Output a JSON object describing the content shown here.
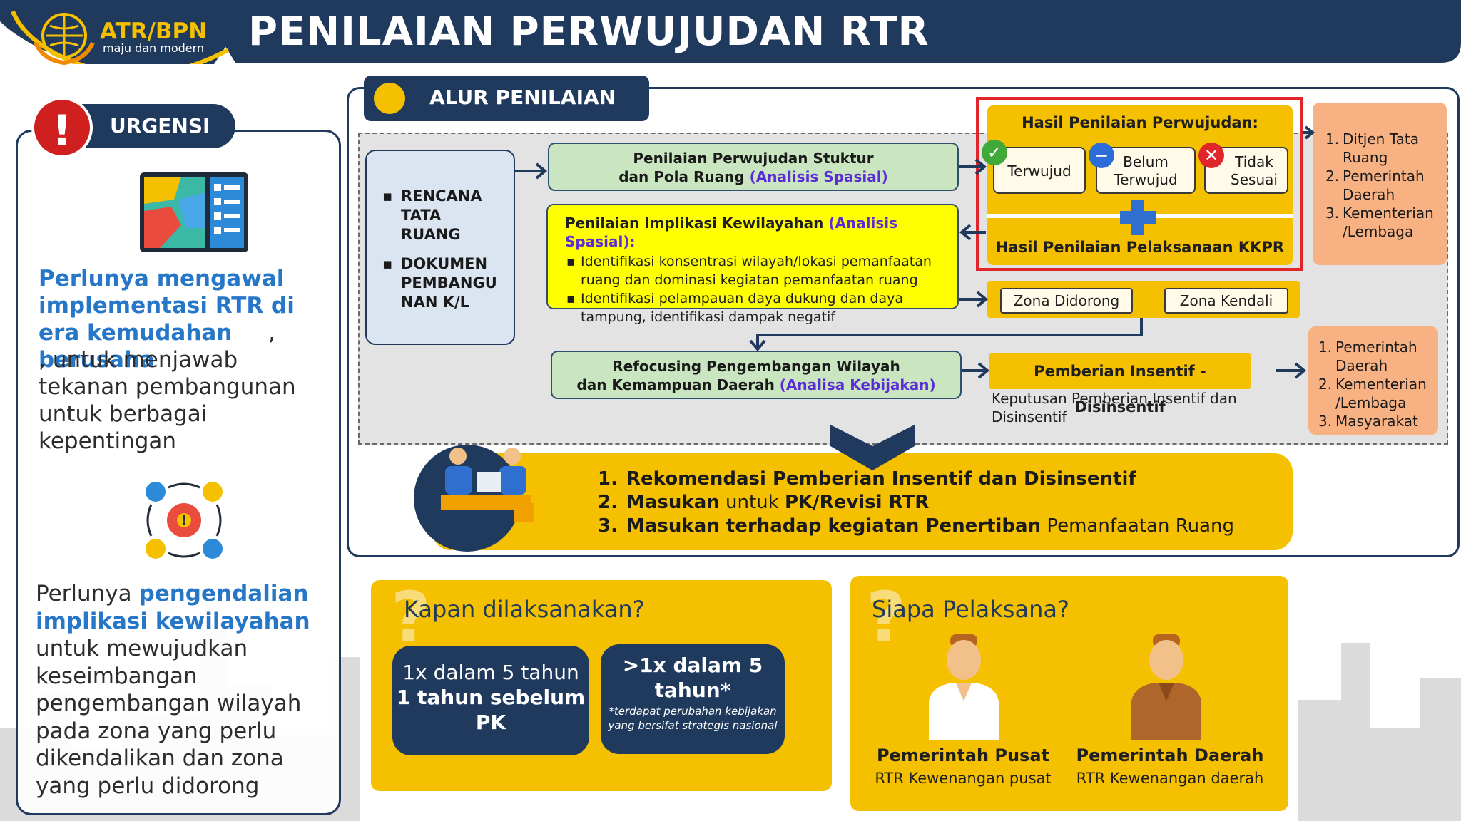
{
  "header": {
    "brand": "ATR/BPN",
    "tagline": "maju dan modern",
    "title": "PENILAIAN PERWUJUDAN RTR"
  },
  "urgensi": {
    "badge": "!",
    "label": "URGENSI",
    "point1_highlight": "Perlunya mengawal implementasi RTR di era kemudahan berusaha",
    "point1_rest": ", untuk menjawab tekanan pembangunan untuk berbagai kepentingan",
    "point2_lead": "Perlunya ",
    "point2_highlight": "pengendalian implikasi kewilayahan",
    "point2_rest": " untuk mewujudkan keseimbangan pengembangan wilayah pada zona yang perlu dikendalikan dan zona yang perlu didorong"
  },
  "alur": {
    "label": "ALUR PENILAIAN",
    "inputs": [
      "RENCANA TATA RUANG",
      "DOKUMEN PEMBANGU NAN K/L"
    ],
    "struktur_line1": "Penilaian Perwujudan Stuktur",
    "struktur_line2": "dan Pola Ruang ",
    "struktur_tag": "(Analisis Spasial)",
    "implikasi_title": "Penilaian Implikasi Kewilayahan ",
    "implikasi_tag": "(Analisis Spasial):",
    "implikasi_items": [
      "Identifikasi konsentrasi wilayah/lokasi pemanfaatan ruang dan dominasi kegiatan pemanfaatan ruang",
      "Identifikasi pelampauan daya dukung dan daya tampung, identifikasi dampak negatif"
    ],
    "hasil_title": "Hasil Penilaian Perwujudan:",
    "hasil_cards": [
      "Terwujud",
      "Belum Terwujud",
      "Tidak Sesuai"
    ],
    "kkpr": "Hasil Penilaian Pelaksanaan KKPR",
    "zona": [
      "Zona Didorong",
      "Zona Kendali"
    ],
    "refocus_line1": "Refocusing Pengembangan Wilayah",
    "refocus_line2": "dan Kemampuan Daerah ",
    "refocus_tag": "(Analisa Kebijakan)",
    "insentif": "Pemberian Insentif - Disinsentif",
    "keputusan": "Keputusan Pemberian Insentif dan Disinsentif",
    "pihak1": [
      "Ditjen Tata Ruang",
      "Pemerintah Daerah",
      "Kementerian /Lembaga"
    ],
    "pihak2": [
      "Pemerintah Daerah",
      "Kementerian /Lembaga",
      "Masyarakat"
    ],
    "rekomendasi": [
      {
        "n": "1.",
        "bold": "Rekomendasi Pemberian Insentif dan Disinsentif",
        "rest": ""
      },
      {
        "n": "2.",
        "bold": "Masukan",
        "rest": " untuk ",
        "bold2": "PK/Revisi RTR"
      },
      {
        "n": "3.",
        "bold": "Masukan terhadap kegiatan Penertiban",
        "rest": " Pemanfaatan Ruang"
      }
    ]
  },
  "kapan": {
    "title": "Kapan dilaksanakan?",
    "opt1_line1": "1x dalam 5 tahun",
    "opt1_line2": "1 tahun sebelum PK",
    "opt2_main": ">1x dalam 5 tahun*",
    "opt2_note": "*terdapat perubahan kebijakan yang bersifat strategis nasional"
  },
  "siapa": {
    "title": "Siapa Pelaksana?",
    "pelaksana": [
      {
        "name": "Pemerintah Pusat",
        "desc": "RTR Kewenangan pusat"
      },
      {
        "name": "Pemerintah Daerah",
        "desc": "RTR Kewenangan daerah"
      }
    ]
  },
  "colors": {
    "navy": "#203a5e",
    "gold": "#f5c000",
    "highlight_blue": "#2777c8",
    "alert_red": "#e0262a"
  }
}
